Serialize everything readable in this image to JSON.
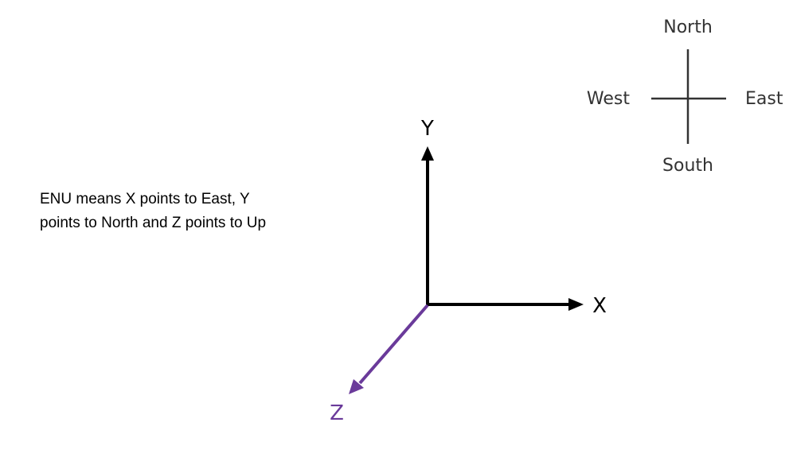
{
  "description": {
    "line1": "ENU means X points to East, Y",
    "line2": "points to North and Z points to Up"
  },
  "compass": {
    "north": "North",
    "south": "South",
    "east": "East",
    "west": "West",
    "color": "#333333"
  },
  "axes": {
    "x": {
      "label": "X",
      "color": "#000000"
    },
    "y": {
      "label": "Y",
      "color": "#000000"
    },
    "z": {
      "label": "Z",
      "color": "#6a3a9a"
    }
  }
}
